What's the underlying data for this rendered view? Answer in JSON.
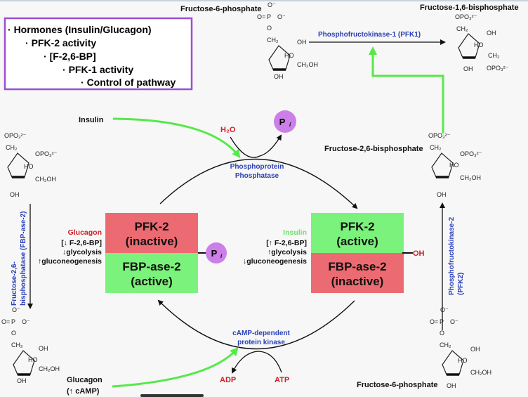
{
  "hormone_box": {
    "bullets": [
      "Hormones (Insulin/Glucagon)",
      "PFK-2 activity",
      "[F-2,6-BP]",
      "PFK-1 activity",
      "Control of pathway"
    ],
    "border_color": "#9b4fd0"
  },
  "molecules": {
    "f6p_top": "Fructose-6-phosphate",
    "f16bp": "Fructose-1,6-bisphosphate",
    "f26bp_right": "Fructose-2,6-bisphosphate",
    "f6p_bottom": "Fructose-6-phosphate"
  },
  "chem_labels": {
    "o": "O",
    "o_minus": "O⁻",
    "p": "P",
    "ch2": "CH₂",
    "oh": "OH",
    "ho": "HO",
    "ch2oh": "CH₂OH",
    "opo3": "OPO₃²⁻",
    "o_eq": "O="
  },
  "enzymes": {
    "pfk1": "Phosphofructokinase-1 (PFK1)",
    "pfk2": [
      "Phosphofructokinase-2",
      "(PFK2)"
    ],
    "fbpase2": [
      "Fructose-2,6-",
      "bisphosphatase (FBP-ase-2)"
    ],
    "phosphatase": [
      "Phosphoprotein",
      "Phosphatase"
    ],
    "kinase": [
      "cAMP-dependent",
      "protein kinase"
    ]
  },
  "cycle": {
    "insulin": "Insulin",
    "h2o": "H₂O",
    "pi": "P",
    "pi_sub": "i",
    "glucagon_bottom": [
      "Glucagon",
      "(↑ cAMP)"
    ],
    "adp": "ADP",
    "atp": "ATP"
  },
  "left_state": {
    "hormone": "Glucagon",
    "effects": [
      "[↓ F-2,6-BP]",
      "↓glycolysis",
      "↑gluconeogenesis"
    ],
    "top": [
      "PFK-2",
      "(inactive)"
    ],
    "bottom": [
      "FBP-ase-2",
      "(active)"
    ]
  },
  "right_state": {
    "hormone": "Insulin",
    "effects": [
      "[↑ F-2,6-BP]",
      "↑glycolysis",
      "↓gluconeogenesis"
    ],
    "top": [
      "PFK-2",
      "(active)"
    ],
    "bottom": [
      "FBP-ase-2",
      "(inactive)"
    ],
    "oh": "OH"
  },
  "colors": {
    "active": "#7bf27b",
    "inactive": "#ec6b72",
    "activator_arrow": "#57e84a",
    "pi_circle": "#cc7fe8",
    "enzyme_text": "#2a3fb8",
    "red_text": "#d0202a"
  }
}
